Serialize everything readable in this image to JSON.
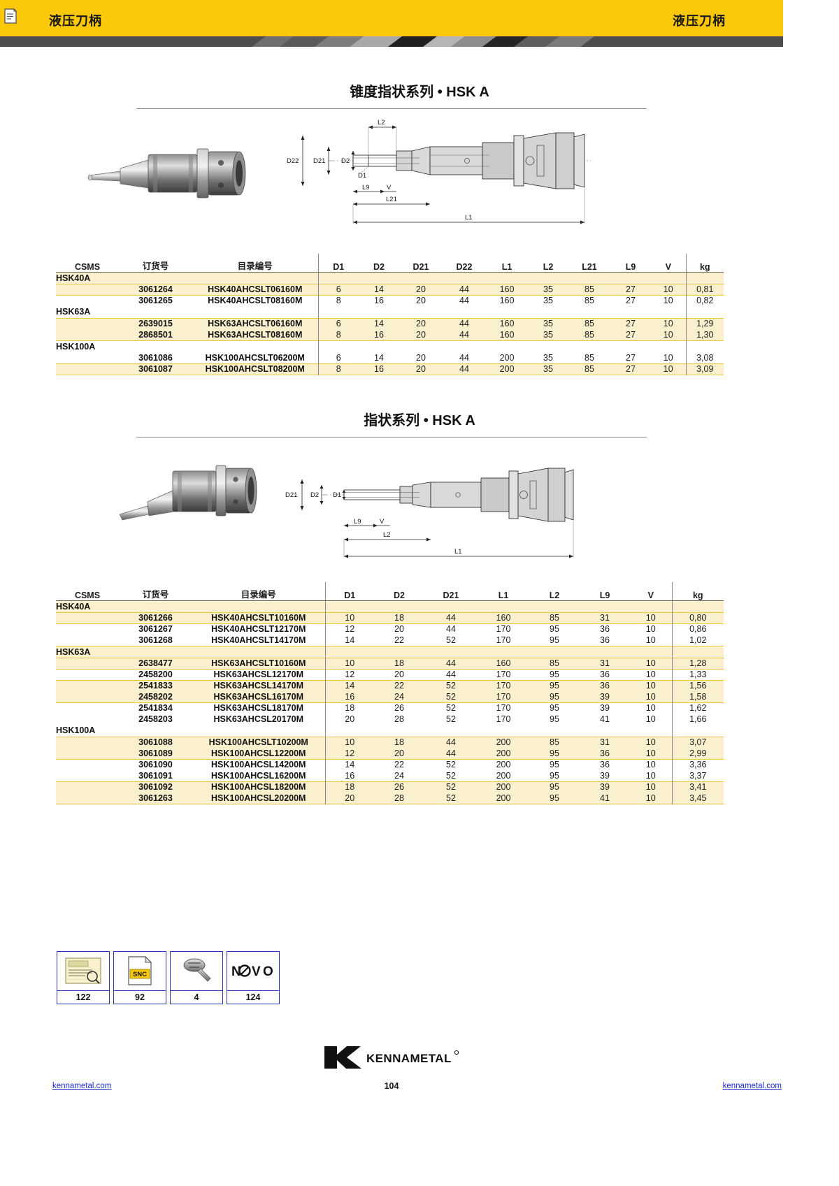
{
  "header": {
    "left_title": "液压刀柄",
    "right_title": "液压刀柄",
    "bookmark_icon": "bookmark-note-icon"
  },
  "sections": [
    {
      "title": "锥度指状系列 • HSK A",
      "diagram_labels": [
        "L2",
        "D22",
        "D21",
        "D2",
        "D1",
        "L9",
        "V",
        "L21",
        "L1"
      ],
      "table": {
        "columns": [
          "CSMS",
          "订货号",
          "目录编号",
          "D1",
          "D2",
          "D21",
          "D22",
          "L1",
          "L2",
          "L21",
          "L9",
          "V",
          "kg"
        ],
        "groups": [
          {
            "name": "HSK40A",
            "rows": [
              {
                "order": "3061264",
                "catalog": "HSK40AHCSLT06160M",
                "vals": [
                  "6",
                  "14",
                  "20",
                  "44",
                  "160",
                  "35",
                  "85",
                  "27",
                  "10",
                  "0,81"
                ]
              },
              {
                "order": "3061265",
                "catalog": "HSK40AHCSLT08160M",
                "vals": [
                  "8",
                  "16",
                  "20",
                  "44",
                  "160",
                  "35",
                  "85",
                  "27",
                  "10",
                  "0,82"
                ]
              }
            ]
          },
          {
            "name": "HSK63A",
            "rows": [
              {
                "order": "2639015",
                "catalog": "HSK63AHCSLT06160M",
                "vals": [
                  "6",
                  "14",
                  "20",
                  "44",
                  "160",
                  "35",
                  "85",
                  "27",
                  "10",
                  "1,29"
                ]
              },
              {
                "order": "2868501",
                "catalog": "HSK63AHCSLT08160M",
                "vals": [
                  "8",
                  "16",
                  "20",
                  "44",
                  "160",
                  "35",
                  "85",
                  "27",
                  "10",
                  "1,30"
                ]
              }
            ]
          },
          {
            "name": "HSK100A",
            "rows": [
              {
                "order": "3061086",
                "catalog": "HSK100AHCSLT06200M",
                "vals": [
                  "6",
                  "14",
                  "20",
                  "44",
                  "200",
                  "35",
                  "85",
                  "27",
                  "10",
                  "3,08"
                ]
              },
              {
                "order": "3061087",
                "catalog": "HSK100AHCSLT08200M",
                "vals": [
                  "8",
                  "16",
                  "20",
                  "44",
                  "200",
                  "35",
                  "85",
                  "27",
                  "10",
                  "3,09"
                ]
              }
            ]
          }
        ]
      }
    },
    {
      "title": "指状系列 • HSK A",
      "diagram_labels": [
        "D21",
        "D2",
        "D1",
        "L9",
        "V",
        "L2",
        "L1"
      ],
      "table": {
        "columns": [
          "CSMS",
          "订货号",
          "目录编号",
          "D1",
          "D2",
          "D21",
          "L1",
          "L2",
          "L9",
          "V",
          "kg"
        ],
        "groups": [
          {
            "name": "HSK40A",
            "rows": [
              {
                "order": "3061266",
                "catalog": "HSK40AHCSLT10160M",
                "vals": [
                  "10",
                  "18",
                  "44",
                  "160",
                  "85",
                  "31",
                  "10",
                  "0,80"
                ]
              },
              {
                "order": "3061267",
                "catalog": "HSK40AHCSLT12170M",
                "vals": [
                  "12",
                  "20",
                  "44",
                  "170",
                  "95",
                  "36",
                  "10",
                  "0,86"
                ]
              },
              {
                "order": "3061268",
                "catalog": "HSK40AHCSLT14170M",
                "vals": [
                  "14",
                  "22",
                  "52",
                  "170",
                  "95",
                  "36",
                  "10",
                  "1,02"
                ]
              }
            ]
          },
          {
            "name": "HSK63A",
            "rows": [
              {
                "order": "2638477",
                "catalog": "HSK63AHCSLT10160M",
                "vals": [
                  "10",
                  "18",
                  "44",
                  "160",
                  "85",
                  "31",
                  "10",
                  "1,28"
                ]
              },
              {
                "order": "2458200",
                "catalog": "HSK63AHCSL12170M",
                "vals": [
                  "12",
                  "20",
                  "44",
                  "170",
                  "95",
                  "36",
                  "10",
                  "1,33"
                ]
              },
              {
                "order": "2541833",
                "catalog": "HSK63AHCSL14170M",
                "vals": [
                  "14",
                  "22",
                  "52",
                  "170",
                  "95",
                  "36",
                  "10",
                  "1,56"
                ]
              },
              {
                "order": "2458202",
                "catalog": "HSK63AHCSL16170M",
                "vals": [
                  "16",
                  "24",
                  "52",
                  "170",
                  "95",
                  "39",
                  "10",
                  "1,58"
                ]
              },
              {
                "order": "2541834",
                "catalog": "HSK63AHCSL18170M",
                "vals": [
                  "18",
                  "26",
                  "52",
                  "170",
                  "95",
                  "39",
                  "10",
                  "1,62"
                ]
              },
              {
                "order": "2458203",
                "catalog": "HSK63AHCSL20170M",
                "vals": [
                  "20",
                  "28",
                  "52",
                  "170",
                  "95",
                  "41",
                  "10",
                  "1,66"
                ]
              }
            ]
          },
          {
            "name": "HSK100A",
            "rows": [
              {
                "order": "3061088",
                "catalog": "HSK100AHCSLT10200M",
                "vals": [
                  "10",
                  "18",
                  "44",
                  "200",
                  "85",
                  "31",
                  "10",
                  "3,07"
                ]
              },
              {
                "order": "3061089",
                "catalog": "HSK100AHCSL12200M",
                "vals": [
                  "12",
                  "20",
                  "44",
                  "200",
                  "95",
                  "36",
                  "10",
                  "2,99"
                ]
              },
              {
                "order": "3061090",
                "catalog": "HSK100AHCSL14200M",
                "vals": [
                  "14",
                  "22",
                  "52",
                  "200",
                  "95",
                  "36",
                  "10",
                  "3,36"
                ]
              },
              {
                "order": "3061091",
                "catalog": "HSK100AHCSL16200M",
                "vals": [
                  "16",
                  "24",
                  "52",
                  "200",
                  "95",
                  "39",
                  "10",
                  "3,37"
                ]
              },
              {
                "order": "3061092",
                "catalog": "HSK100AHCSL18200M",
                "vals": [
                  "18",
                  "26",
                  "52",
                  "200",
                  "95",
                  "39",
                  "10",
                  "3,41"
                ]
              },
              {
                "order": "3061263",
                "catalog": "HSK100AHCSL20200M",
                "vals": [
                  "20",
                  "28",
                  "52",
                  "200",
                  "95",
                  "41",
                  "10",
                  "3,45"
                ]
              }
            ]
          }
        ]
      }
    }
  ],
  "footer_icons": [
    {
      "icon": "technical-data-page-icon",
      "page": "122"
    },
    {
      "icon": "snc-document-icon",
      "page": "92",
      "label": "SNC"
    },
    {
      "icon": "screw-icon",
      "page": "4"
    },
    {
      "icon": "novo-logo-icon",
      "page": "124",
      "label": "NOVO"
    }
  ],
  "footer": {
    "brand": "KENNAMETAL",
    "page_number": "104",
    "link_left": "kennametal.com",
    "link_right": "kennametal.com"
  },
  "colors": {
    "brand_yellow": "#FCC80A",
    "row_band": "#FBF0CD",
    "band_border": "#EBC93C",
    "link_blue": "#1c2fd0",
    "icon_border": "#2b37b5"
  }
}
